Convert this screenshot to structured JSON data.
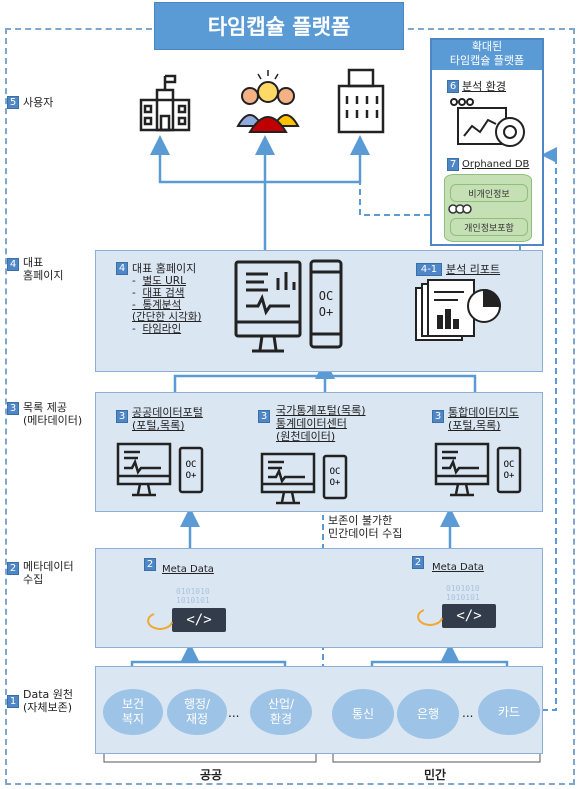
{
  "title": "타임캡슐 플랫폼",
  "extended": {
    "title": "확대된\n타임캡슐 플랫폼",
    "analysis_num": "6",
    "analysis_label": "분석 환경",
    "orphan_num": "7",
    "orphan_label": "Orphaned DB",
    "db_items": [
      "비개인정보",
      "개인정보포함"
    ]
  },
  "levels": [
    {
      "num": "5",
      "label": "사용자"
    },
    {
      "num": "4",
      "label": "대표\n홈페이지"
    },
    {
      "num": "3",
      "label": "목록 제공\n(메타데이터)"
    },
    {
      "num": "2",
      "label": "메타데이터\n수집"
    },
    {
      "num": "1",
      "label": "Data 원천\n(자체보존)"
    }
  ],
  "homepage": {
    "num": "4",
    "title": "대표 홈페이지",
    "items": [
      "별도 URL",
      "대표 검색",
      "통계분석\n(간단한 시각화)",
      "타임라인"
    ],
    "report_num": "4-1",
    "report_label": "분석 리포트"
  },
  "portals": [
    {
      "num": "3",
      "label": "공공데이터포털\n(포털,목록)"
    },
    {
      "num": "3",
      "label": "국가통계포털(목록)\n통계데이터센터\n(원천데이터)"
    },
    {
      "num": "3",
      "label": "통합데이터지도\n(포털,목록)"
    }
  ],
  "meta": [
    {
      "num": "2",
      "label": "Meta Data",
      "code": "</>"
    },
    {
      "num": "2",
      "label": "Meta Data",
      "code": "</>"
    }
  ],
  "bits": "0101010\n1010101",
  "private_note": "보존이 불가한\n민간데이터 수집",
  "sources_public": [
    "보건\n복지",
    "행정/\n재정",
    "산업/\n환경"
  ],
  "sources_private": [
    "통신",
    "은행",
    "카드"
  ],
  "ellipsis": "...",
  "group_public": "공공",
  "group_private": "민간",
  "device_text": "OC\nO+",
  "colors": {
    "accent": "#5b9bd5",
    "band": "#dbe6f3",
    "db": "#c5e0b4",
    "source": "#9dc3e6"
  }
}
